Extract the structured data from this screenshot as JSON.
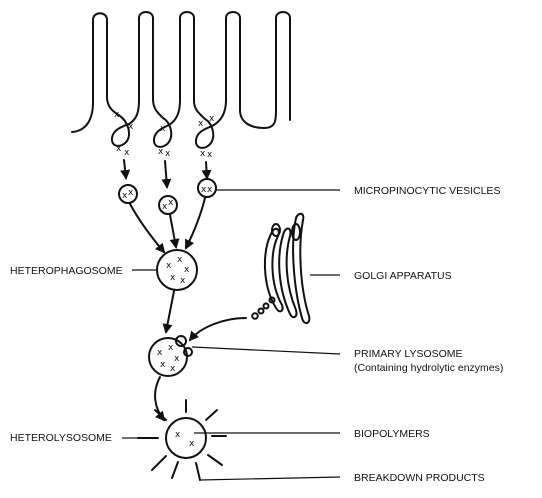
{
  "labels": {
    "micropinocytic": "MICROPINOCYTIC VESICLES",
    "golgi": "GOLGI APPARATUS",
    "heterophagosome": "HETEROPHAGOSOME",
    "primary_lysosome": "PRIMARY LYSOSOME",
    "primary_lysosome_note": "(Containing hydrolytic enzymes)",
    "heterolysosome": "HETEROLYSOSOME",
    "biopolymers": "BIOPOLYMERS",
    "breakdown": "BREAKDOWN PRODUCTS"
  },
  "marker": "x"
}
